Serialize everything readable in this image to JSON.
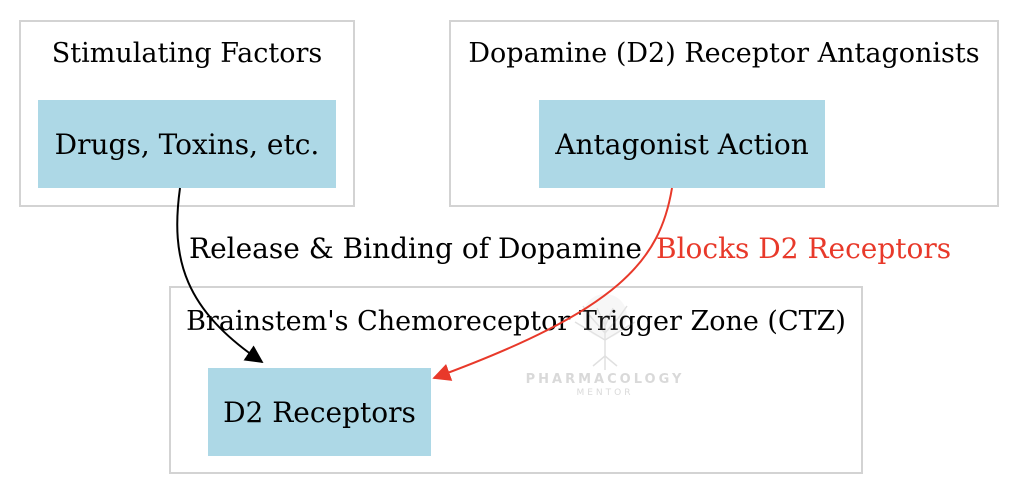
{
  "clusters": {
    "stimulating": {
      "title": "Stimulating Factors"
    },
    "antagonists": {
      "title": "Dopamine (D2) Receptor Antagonists"
    },
    "ctz": {
      "title": "Brainstem's Chemoreceptor Trigger Zone (CTZ)"
    }
  },
  "nodes": {
    "drugs": {
      "label": "Drugs, Toxins, etc."
    },
    "antagonist_action": {
      "label": "Antagonist Action"
    },
    "d2_receptors": {
      "label": "D2 Receptors"
    }
  },
  "edges": {
    "release": {
      "label": "Release & Binding of Dopamine",
      "color": "#000000"
    },
    "blocks": {
      "label": "Blocks D2 Receptors",
      "color": "#e8392a"
    }
  },
  "watermark": {
    "line1": "PHARMACOLOGY",
    "line2": "MENTOR"
  }
}
